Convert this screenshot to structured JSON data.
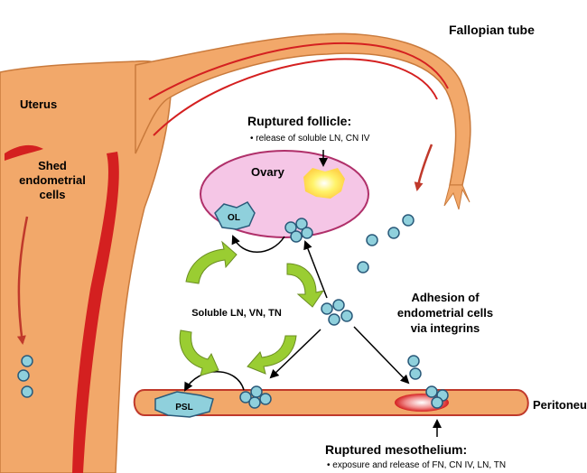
{
  "labels": {
    "fallopian_tube": "Fallopian tube",
    "uterus": "Uterus",
    "shed_line1": "Shed",
    "shed_line2": "endometrial",
    "shed_line3": "cells",
    "ruptured_follicle": "Ruptured follicle:",
    "follicle_note": "• release of soluble LN, CN IV",
    "ovary": "Ovary",
    "ol": "OL",
    "soluble": "Soluble LN, VN, TN",
    "adhesion_line1": "Adhesion of",
    "adhesion_line2": "endometrial cells",
    "adhesion_line3": "via integrins",
    "psl": "PSL",
    "peritoneum": "Peritoneum",
    "ruptured_mesothelium": "Ruptured mesothelium:",
    "mesothelium_note": "• exposure and release of FN, CN IV, LN, TN"
  },
  "colors": {
    "tissue": "#f2a86a",
    "tissue_stroke": "#c97a3c",
    "blood": "#d42020",
    "ovary_fill": "#f5c6e6",
    "ovary_stroke": "#b0306a",
    "cell_fill": "#8fd0dc",
    "cell_stroke": "#2a5a7a",
    "green_arrow": "#9acd32",
    "follicle": "#fff36a"
  }
}
